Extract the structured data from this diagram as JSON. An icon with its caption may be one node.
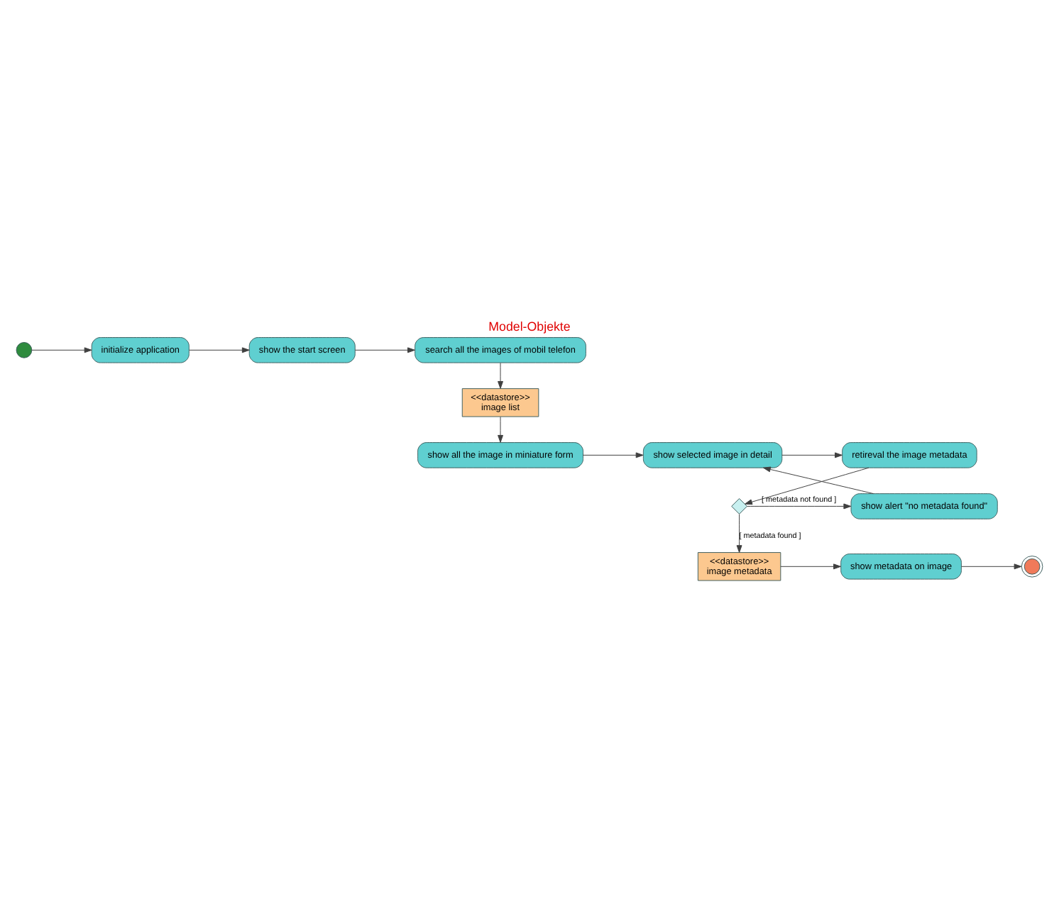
{
  "diagram": {
    "title": "Model-Objekte",
    "nodes": [
      {
        "text": [],
        "shape": "circle"
      },
      {
        "text": [
          "initialize application"
        ]
      },
      {
        "text": [
          "show the start screen"
        ]
      },
      {
        "text": [
          "search all the images of mobil telefon"
        ]
      },
      {
        "text": [
          "<<datastore>>",
          "image list"
        ]
      },
      {
        "text": [
          "show all the image in miniature form"
        ]
      },
      {
        "text": [
          "show selected image in detail"
        ]
      },
      {
        "text": [
          "retireval the image metadata"
        ]
      },
      {
        "text": [],
        "shape": "diamond"
      },
      {
        "text": [
          "show alert \"no metadata found\""
        ]
      },
      {
        "text": [
          "<<datastore>>",
          "image metadata"
        ]
      },
      {
        "text": [
          "show metadata on image"
        ]
      },
      {
        "text": [],
        "shape": "circle"
      }
    ],
    "edges": [
      {
        "from": 0,
        "to": 1,
        "arrow": "to"
      },
      {
        "from": 1,
        "to": 2,
        "arrow": "to"
      },
      {
        "from": 2,
        "to": 3,
        "arrow": "to"
      },
      {
        "from": 3,
        "to": 4,
        "arrow": "to"
      },
      {
        "from": 4,
        "to": 5,
        "arrow": "to"
      },
      {
        "from": 5,
        "to": 6,
        "arrow": "to"
      },
      {
        "from": 6,
        "to": 7,
        "arrow": "to"
      },
      {
        "from": 7,
        "to": 8,
        "arrow": "to"
      },
      {
        "from": 8,
        "to": 9,
        "arrow": "to",
        "label": "[ metadata not found ]"
      },
      {
        "from": 9,
        "to": 6,
        "arrow": "to"
      },
      {
        "from": 8,
        "to": 10,
        "arrow": "to",
        "label": "[ metadata found ]"
      },
      {
        "from": 10,
        "to": 11,
        "arrow": "to"
      },
      {
        "from": 11,
        "to": 12,
        "arrow": "to"
      }
    ]
  }
}
